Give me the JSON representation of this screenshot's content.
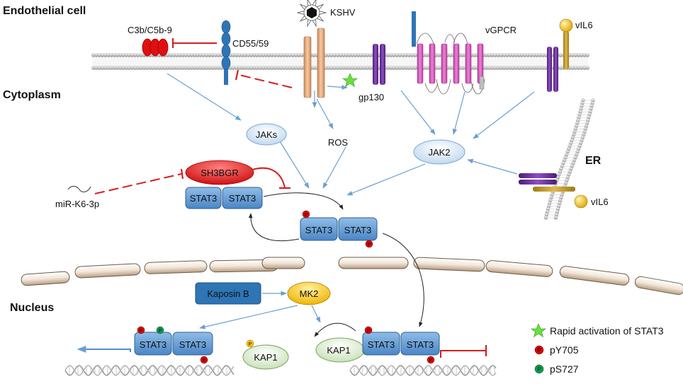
{
  "regions": {
    "endothelial": "Endothelial cell",
    "cytoplasm": "Cytoplasm",
    "nucleus": "Nucleus",
    "er": "ER"
  },
  "molecules": {
    "kshv": "KSHV",
    "c3b": "C3b/C5b-9",
    "cd55": "CD55/59",
    "vgpcr": "vGPCR",
    "vil6_top": "vIL6",
    "vil6_er": "vIL6",
    "gp130": "gp130",
    "jaks": "JAKs",
    "ros": "ROS",
    "jak2": "JAK2",
    "sh3bgr": "SH3BGR",
    "mir": "miR-K6-3p",
    "stat3": "STAT3",
    "kaposin": "Kaposin B",
    "mk2": "MK2",
    "kap1": "KAP1",
    "p": "P"
  },
  "legend": {
    "star": "Rapid activation of STAT3",
    "py705": "pY705",
    "ps727": "pS727"
  },
  "colors": {
    "membrane_red": "#d42020",
    "arrow_blue": "#6a9fd0",
    "stat3_blue": "#5b9bd5",
    "kaposin_blue": "#2e75b6",
    "mk2_yellow": "#ffc000",
    "kap1_green": "#e2f0d9",
    "jak_blue": "#deebf7",
    "sh3bgr_red": "#e81818",
    "vgpcr_pink": "#e060c8",
    "gp130_purple": "#7030a0",
    "kshv_orange": "#f4b183",
    "cd55_blue": "#2e75b6",
    "vil6_gold": "#ffd24d",
    "py705_red": "#e00000",
    "ps727_green": "#00a050"
  }
}
